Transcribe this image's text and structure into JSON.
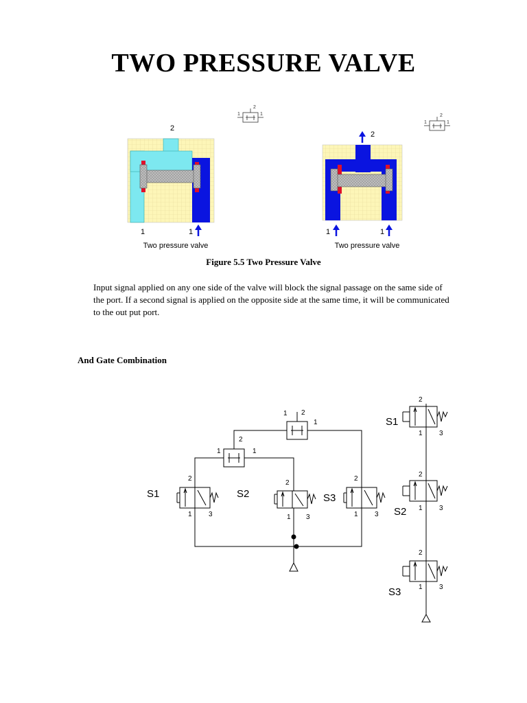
{
  "title": "TWO PRESSURE VALVE",
  "figure_caption": "Figure 5.5 Two Pressure Valve",
  "paragraph": "Input signal applied on any one side of the valve will block the signal passage on the same side of the port.  If a second signal is applied on the opposite side at the same time, it will be communicated to the out put port.",
  "section_heading": "And Gate Combination",
  "valve_left": {
    "port_top": "2",
    "port_left": "1",
    "port_right": "1",
    "label": "Two pressure valve"
  },
  "valve_right": {
    "port_top": "2",
    "port_left": "1",
    "port_right": "1",
    "label": "Two pressure valve"
  },
  "symbol_ports": {
    "top": "2",
    "left": "1",
    "right": "1"
  },
  "circuit": {
    "s1": "S1",
    "s2": "S2",
    "s3": "S3",
    "port_2": "2",
    "port_1": "1",
    "port_3": "3"
  },
  "colors": {
    "fluid_blue": "#0a14e0",
    "light_blue": "#7de8f0",
    "housing": "#fdf6b8",
    "seal_red": "#e0102a",
    "piston_gray": "#c4c4c4"
  }
}
